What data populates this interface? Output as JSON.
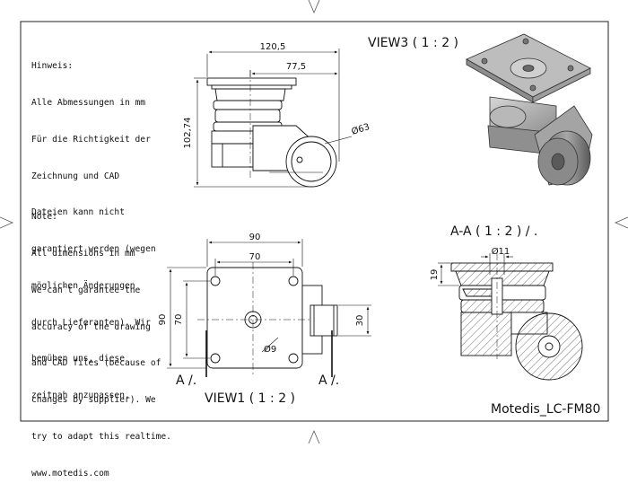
{
  "notes": {
    "german": {
      "heading": "Hinweis:",
      "lines": [
        "Alle Abmessungen in mm",
        "Für die Richtigkeit der",
        "Zeichnung und CAD",
        "Dateien kann nicht",
        "garantiert werden (wegen",
        "möglichen Änderungen",
        "durch Lieferanten). Wir",
        "bemühen uns, diese",
        "zeitnah anzupassen."
      ]
    },
    "english": {
      "heading": "Note:",
      "lines": [
        "All dimensions in mm",
        "We can`t garantee the",
        "accuracy of the drawing",
        "and CAD files (because of",
        "changes by supplier). We",
        "try to adapt this realtime.",
        "www.motedis.com"
      ]
    }
  },
  "views": {
    "side": {
      "dim_width": "120,5",
      "dim_offset": "77,5",
      "dim_height": "102,74",
      "dim_wheel": "Ø63"
    },
    "view3": {
      "label": "VIEW3 ( 1 : 2 )"
    },
    "view1": {
      "label": "VIEW1 ( 1 : 2 )",
      "dim_outer_w": "90",
      "dim_inner_w": "70",
      "dim_outer_h": "90",
      "dim_inner_h": "70",
      "dim_side": "30",
      "dim_hole": "Ø9",
      "section_left": "A /.",
      "section_right": "A /."
    },
    "section": {
      "label": "A-A ( 1 : 2 ) / .",
      "dim_bore": "Ø11",
      "dim_plate": "19"
    }
  },
  "title_block": {
    "part_name": "Motedis_LC-FM80"
  }
}
